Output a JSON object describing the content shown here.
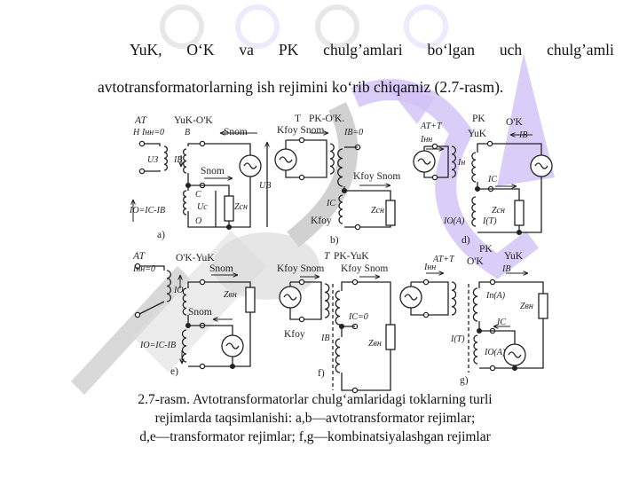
{
  "paragraph": {
    "line1_words": [
      "YuK,",
      "O‘K",
      "va",
      "PK",
      "chulg’amlari",
      "bo‘lgan",
      "uch",
      "chulg’amli"
    ],
    "line2": "avtotransformatorlarning ish rejimini ko‘rib chiqamiz (2.7-rasm)."
  },
  "figure": {
    "a": {
      "title_at": "AT",
      "title": "YuK-O'K",
      "h": "H",
      "inn": "Iнн=0",
      "b": "B",
      "snom1": "Snom",
      "snom2": "Snom",
      "c": "C",
      "o": "O",
      "uc": "Uc",
      "ub": "UB",
      "ug": "UЗ",
      "ib": "IB",
      "zcn": "Zcн",
      "io": "IO=IC-IB",
      "label": "a)"
    },
    "b": {
      "title_t": "T",
      "title": "PK-O'K.",
      "kfoy1": "Kfoy Snom",
      "ib0": "IB=0",
      "kfoy2": "Kfoy Snom",
      "ic": "IC",
      "kfoy3": "Kfoy",
      "zcn": "Zcн",
      "label": "b)"
    },
    "d": {
      "pk": "PK",
      "ok": "O'K",
      "att": "AT+T",
      "yuk": "YuK",
      "inn": "Iнн",
      "in": "Iн",
      "ib": "IB",
      "ic": "IC",
      "zcn": "Zcн",
      "io": "IO(A)",
      "it": "I(T)",
      "label": "d)"
    },
    "e": {
      "title_at": "AT",
      "title": "O'K-YuK",
      "inn": "Iнн=0",
      "snom1": "Snom",
      "snom2": "Snom",
      "io_coil": "IO",
      "zbn": "Zвн",
      "io": "IO=IC-IB",
      "label": "e)"
    },
    "f": {
      "title_t": "T",
      "title": "PK-YuK",
      "kfoy1": "Kfoy Snom",
      "kfoy2": "Kfoy Snom",
      "ic0": "IC=0",
      "kfoy3": "Kfoy",
      "ib": "IB",
      "zbn": "Zвн",
      "label": "f)"
    },
    "g": {
      "att": "AT+T",
      "pk": "PK",
      "ok": "O'K",
      "yuk": "YuK",
      "inn": "Iнн",
      "ib": "IB",
      "ina": "In(A)",
      "zbn": "Zвн",
      "ic": "IC",
      "it": "I(T)",
      "ioa": "IO(A)",
      "label": "g)"
    }
  },
  "caption": {
    "line1": "2.7-rasm. Avtotransformatorlar chulg‘amlaridagi toklarning turli",
    "line2": "rejimlarda taqsimlanishi: a,b—avtotransformator rejimlar;",
    "line3": "d,e—transformator rejimlar; f,g—kombinatsiyalashgan rejimlar"
  },
  "colors": {
    "watermark_violet": "#c9b6f5",
    "watermark_gray": "#d2d2d2",
    "text": "#111111"
  }
}
